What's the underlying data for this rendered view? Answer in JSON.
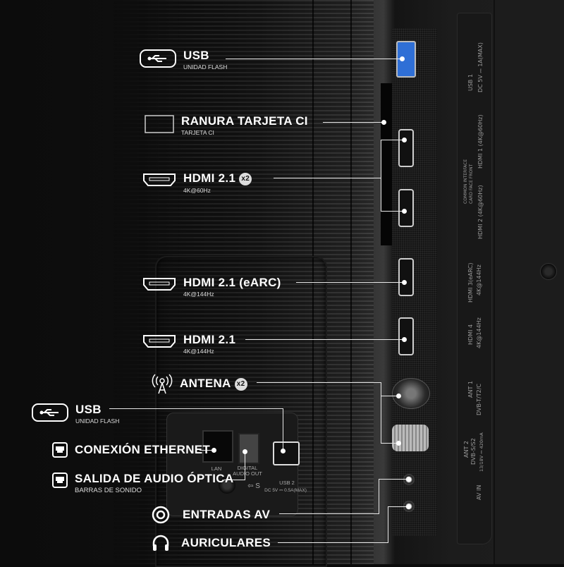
{
  "callouts": [
    {
      "id": "usb-top",
      "title": "USB",
      "subtitle": "UNIDAD FLASH",
      "icon": "usb-icon",
      "badge": null
    },
    {
      "id": "ci-slot",
      "title": "RANURA TARJETA CI",
      "subtitle": "TARJETA CI",
      "icon": "card-slot-icon",
      "badge": null
    },
    {
      "id": "hdmi-60",
      "title": "HDMI 2.1",
      "subtitle": "4K@60Hz",
      "icon": "hdmi-icon",
      "badge": "x2"
    },
    {
      "id": "hdmi-earc",
      "title": "HDMI 2.1 (eARC)",
      "subtitle": "4K@144Hz",
      "icon": "hdmi-icon",
      "badge": null
    },
    {
      "id": "hdmi-144",
      "title": "HDMI 2.1",
      "subtitle": "4K@144Hz",
      "icon": "hdmi-icon",
      "badge": null
    },
    {
      "id": "antenna",
      "title": "ANTENA",
      "subtitle": "",
      "icon": "antenna-icon",
      "badge": "x2"
    },
    {
      "id": "usb-bottom",
      "title": "USB",
      "subtitle": "UNIDAD FLASH",
      "icon": "usb-icon",
      "badge": null
    },
    {
      "id": "ethernet",
      "title": "CONEXIÓN ETHERNET",
      "subtitle": "",
      "icon": "ethernet-icon",
      "badge": null
    },
    {
      "id": "optical",
      "title": "SALIDA DE AUDIO ÓPTICA",
      "subtitle": "BARRAS DE SONIDO",
      "icon": "ethernet-icon",
      "badge": null
    },
    {
      "id": "av-in",
      "title": "ENTRADAS AV",
      "subtitle": "",
      "icon": "av-ring-icon",
      "badge": null
    },
    {
      "id": "headphones",
      "title": "AURICULARES",
      "subtitle": "",
      "icon": "headphones-icon",
      "badge": null
    }
  ],
  "bottom_panel_labels": {
    "lan": "LAN",
    "digital_audio_out": "DIGITAL AUDIO OUT",
    "s_arrow": "⇦ S",
    "usb2": "USB 2",
    "usb2_power": "DC 5V ⎓ 0.5A(MAX)"
  },
  "side_plate_labels": {
    "usb1": "USB 1",
    "usb1_power": "DC 5V ⎓ 1A(MAX)",
    "common_interface": "COMMON INTERFACE",
    "card_face_front": "CARD FACE FRONT",
    "hdmi1": "HDMI 1 (4K@60Hz)",
    "hdmi2": "HDMI 2 (4K@60Hz)",
    "hdmi3": "HDMI 3(eARC)",
    "hdmi3_rate": "4K@144Hz",
    "hdmi4": "HDMI 4",
    "hdmi4_rate": "4K@144Hz",
    "ant1": "ANT 1",
    "ant1_std": "DVB-T/T2/C",
    "ant2": "ANT 2",
    "ant2_std": "DVB-S/S2",
    "ant2_power": "13/18V ⎓ 420mA",
    "av_in": "AV IN"
  },
  "colors": {
    "usb3_blue": "#2f6fd6",
    "line": "#e8e8e8",
    "badge_bg": "#dddddd"
  }
}
